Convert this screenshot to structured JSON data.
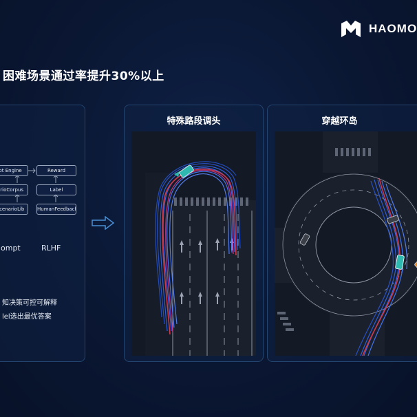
{
  "brand": {
    "name": "HAOMO.A",
    "logo_color": "#ffffff"
  },
  "headline": "困难场景通过率提升30%以上",
  "left_panel": {
    "diagram": {
      "boxes": [
        "pt Engine",
        "Reward",
        "arioCorpus",
        "Label",
        "ScenarioLib",
        "HumanFeedback"
      ]
    },
    "labels": [
      "ompt",
      "RLHF"
    ],
    "bullets": [
      "知决策可控可解释",
      "lel选出最优答案"
    ]
  },
  "middle_panel": {
    "title": "特殊路段调头"
  },
  "right_panel": {
    "title": "穿越环岛"
  },
  "colors": {
    "accent": "#23456f",
    "trajectory_blue": "#3b6cff",
    "trajectory_red": "#e23b4f",
    "vehicle": "#2fb8b0"
  }
}
